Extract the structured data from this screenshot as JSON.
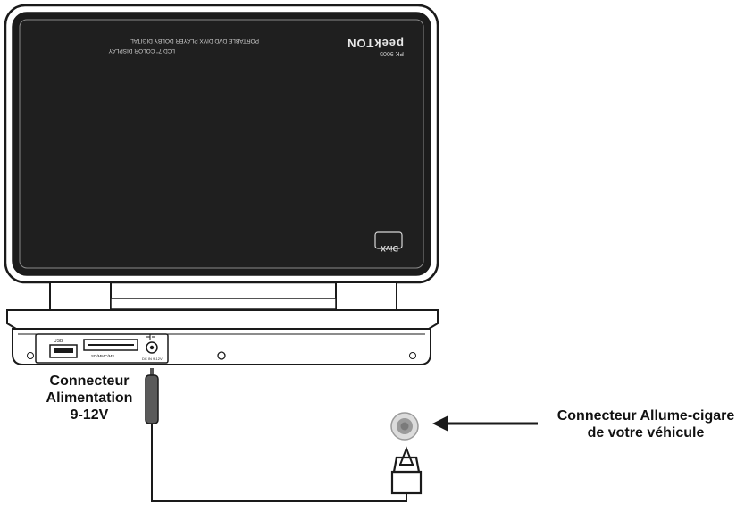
{
  "device": {
    "brand": "peekTON",
    "model": "PK 9005",
    "tagline": "PORTABLE DVD DIVX PLAYER DOLBY DIGITAL",
    "display": "LCD 7\" COLOR DISPLAY",
    "divx_logo": "DivX"
  },
  "ports": {
    "usb_label": "USB",
    "card_label": "SD/MMC/MS",
    "dc_label": "DC IN 9-12V"
  },
  "labels": {
    "power_connector": [
      "Connecteur",
      "Alimentation",
      "9-12V"
    ],
    "car_connector": [
      "Connecteur Allume-cigare",
      "de votre véhicule"
    ]
  }
}
